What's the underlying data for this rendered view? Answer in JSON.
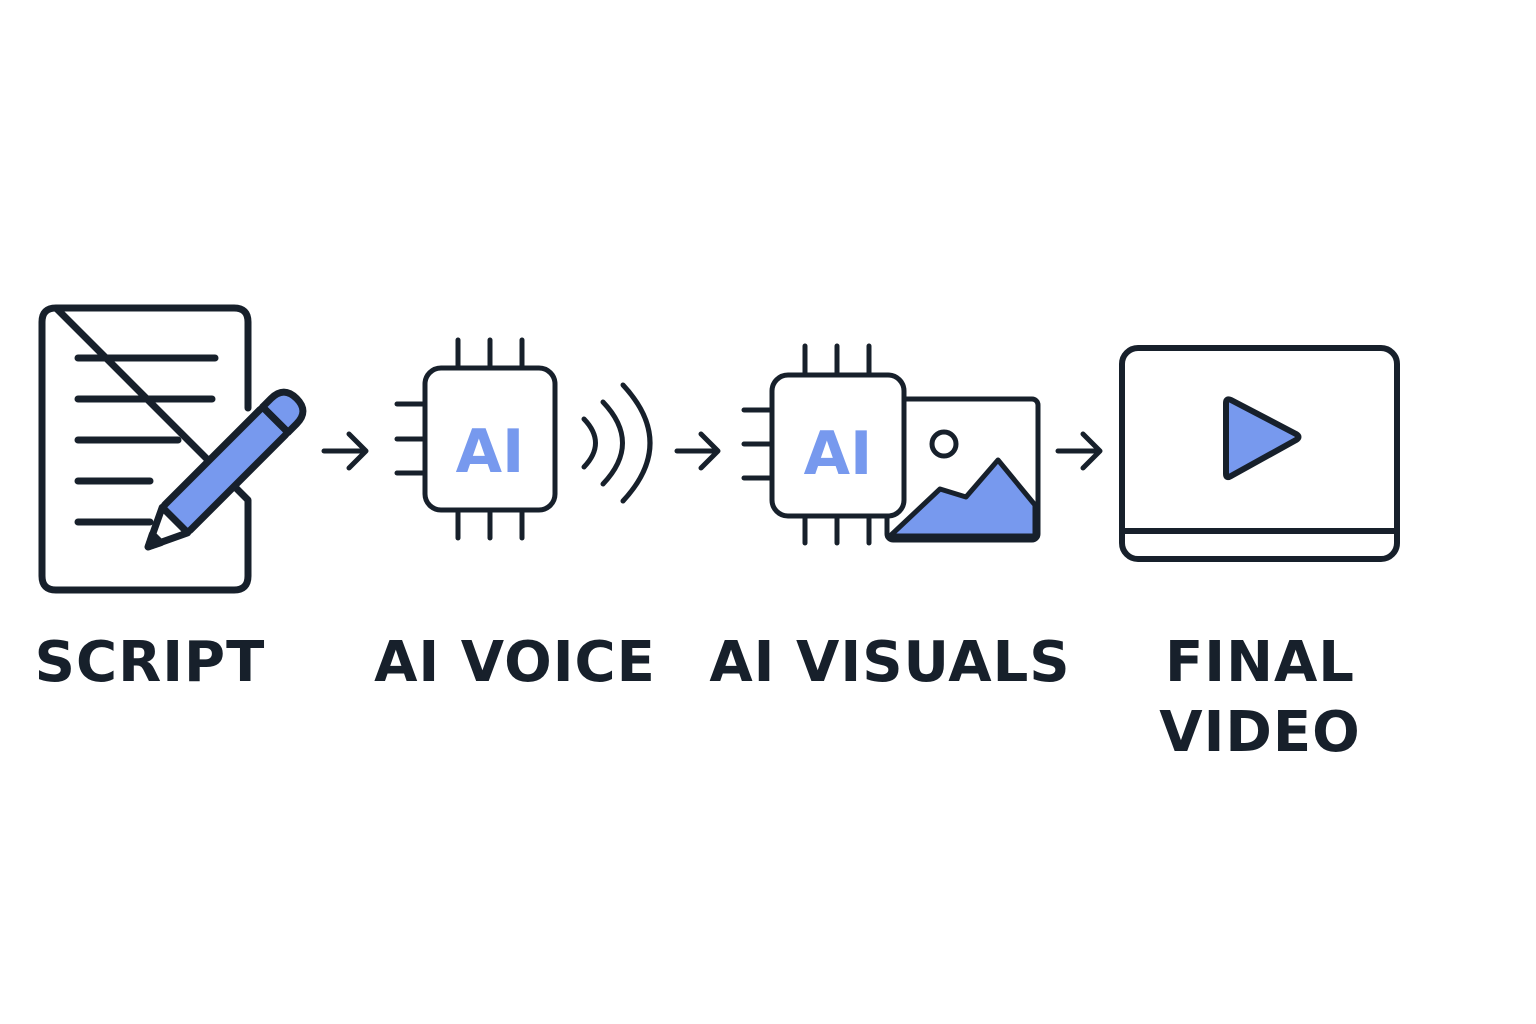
{
  "colors": {
    "stroke": "#17202b",
    "accent": "#7799ee",
    "background": "#ffffff"
  },
  "steps": [
    {
      "id": "script",
      "icon": "document-pencil-icon",
      "label": "SCRIPT"
    },
    {
      "id": "ai-voice",
      "icon": "ai-chip-sound-icon",
      "label": "AI VOICE",
      "chip_text": "AI"
    },
    {
      "id": "ai-visuals",
      "icon": "ai-chip-image-icon",
      "label": "AI VISUALS",
      "chip_text": "AI"
    },
    {
      "id": "final-video",
      "icon": "video-player-icon",
      "label_lines": [
        "FINAL",
        "VIDEO"
      ]
    }
  ],
  "connectors": [
    "arrow-right-icon",
    "arrow-right-icon",
    "arrow-right-icon"
  ]
}
